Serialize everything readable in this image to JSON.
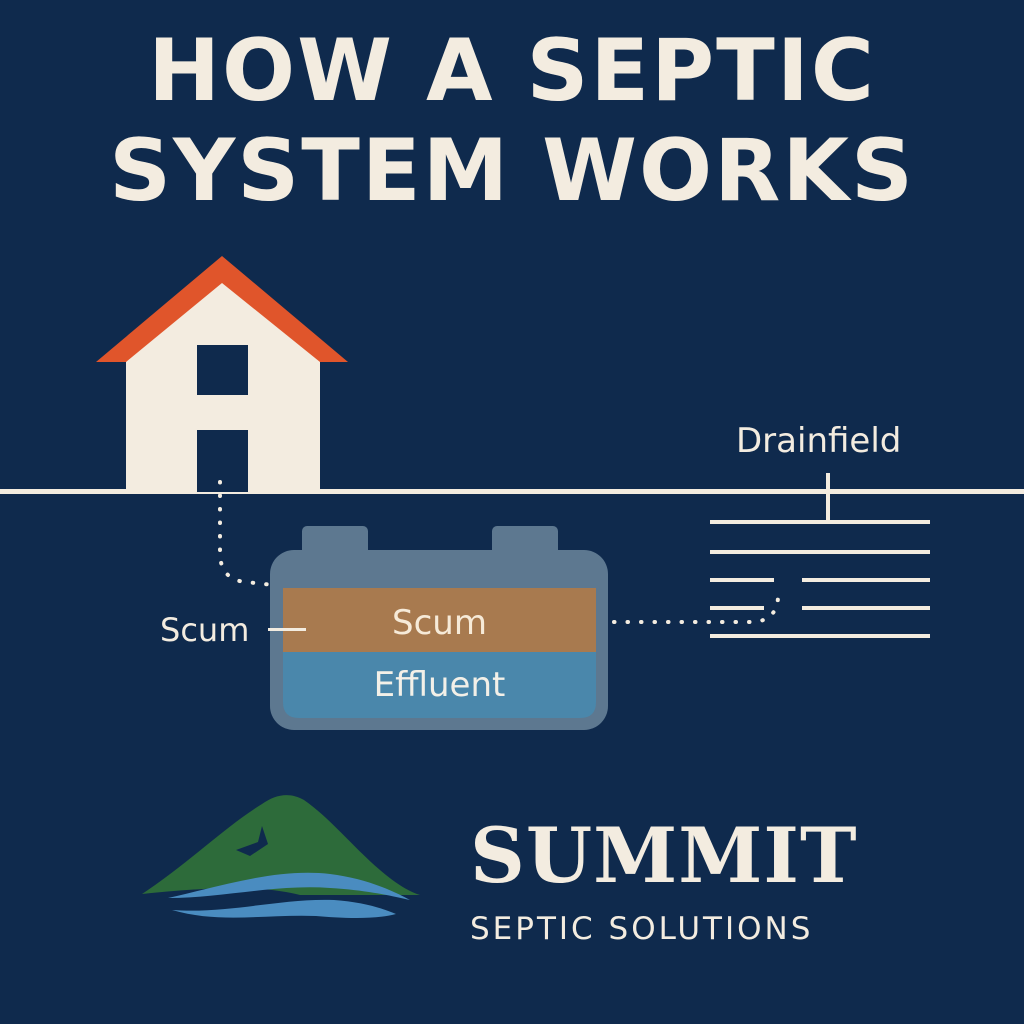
{
  "title": {
    "line1": "HOW A SEPTIC",
    "line2": "SYSTEM WORKS"
  },
  "diagram": {
    "drainfield_label": "Drainfield",
    "scum_side_label": "Scum",
    "scum_layer_label": "Scum",
    "effluent_layer_label": "Effluent"
  },
  "brand": {
    "name": "SUMMIT",
    "tagline": "SEPTIC SOLUTIONS"
  },
  "colors": {
    "background": "#0f2a4d",
    "cream": "#f3ece0",
    "roof": "#e0552b",
    "scum_layer": "#a87a4f",
    "effluent_layer": "#4a87ab",
    "tank": "#5d7890",
    "mountain": "#2d6b3a",
    "wave": "#4a8cc0"
  }
}
